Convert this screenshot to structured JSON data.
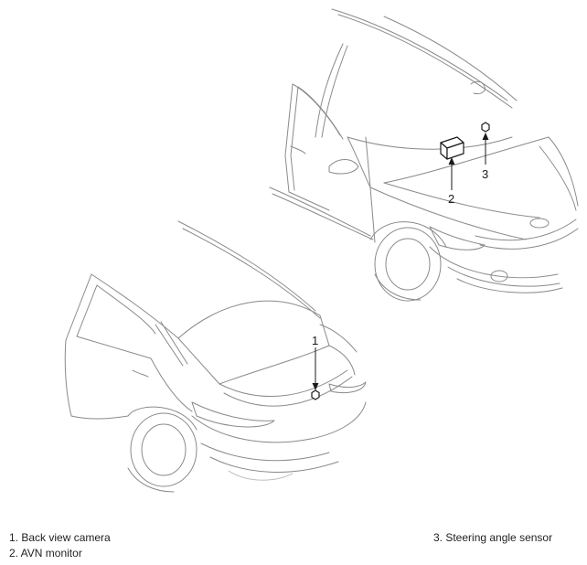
{
  "callouts": [
    {
      "number": "1"
    },
    {
      "number": "2"
    },
    {
      "number": "3"
    }
  ],
  "legend": {
    "left": [
      {
        "text": "1. Back view camera"
      },
      {
        "text": "2. AVN monitor"
      }
    ],
    "right": [
      {
        "text": "3. Steering angle sensor"
      }
    ]
  }
}
